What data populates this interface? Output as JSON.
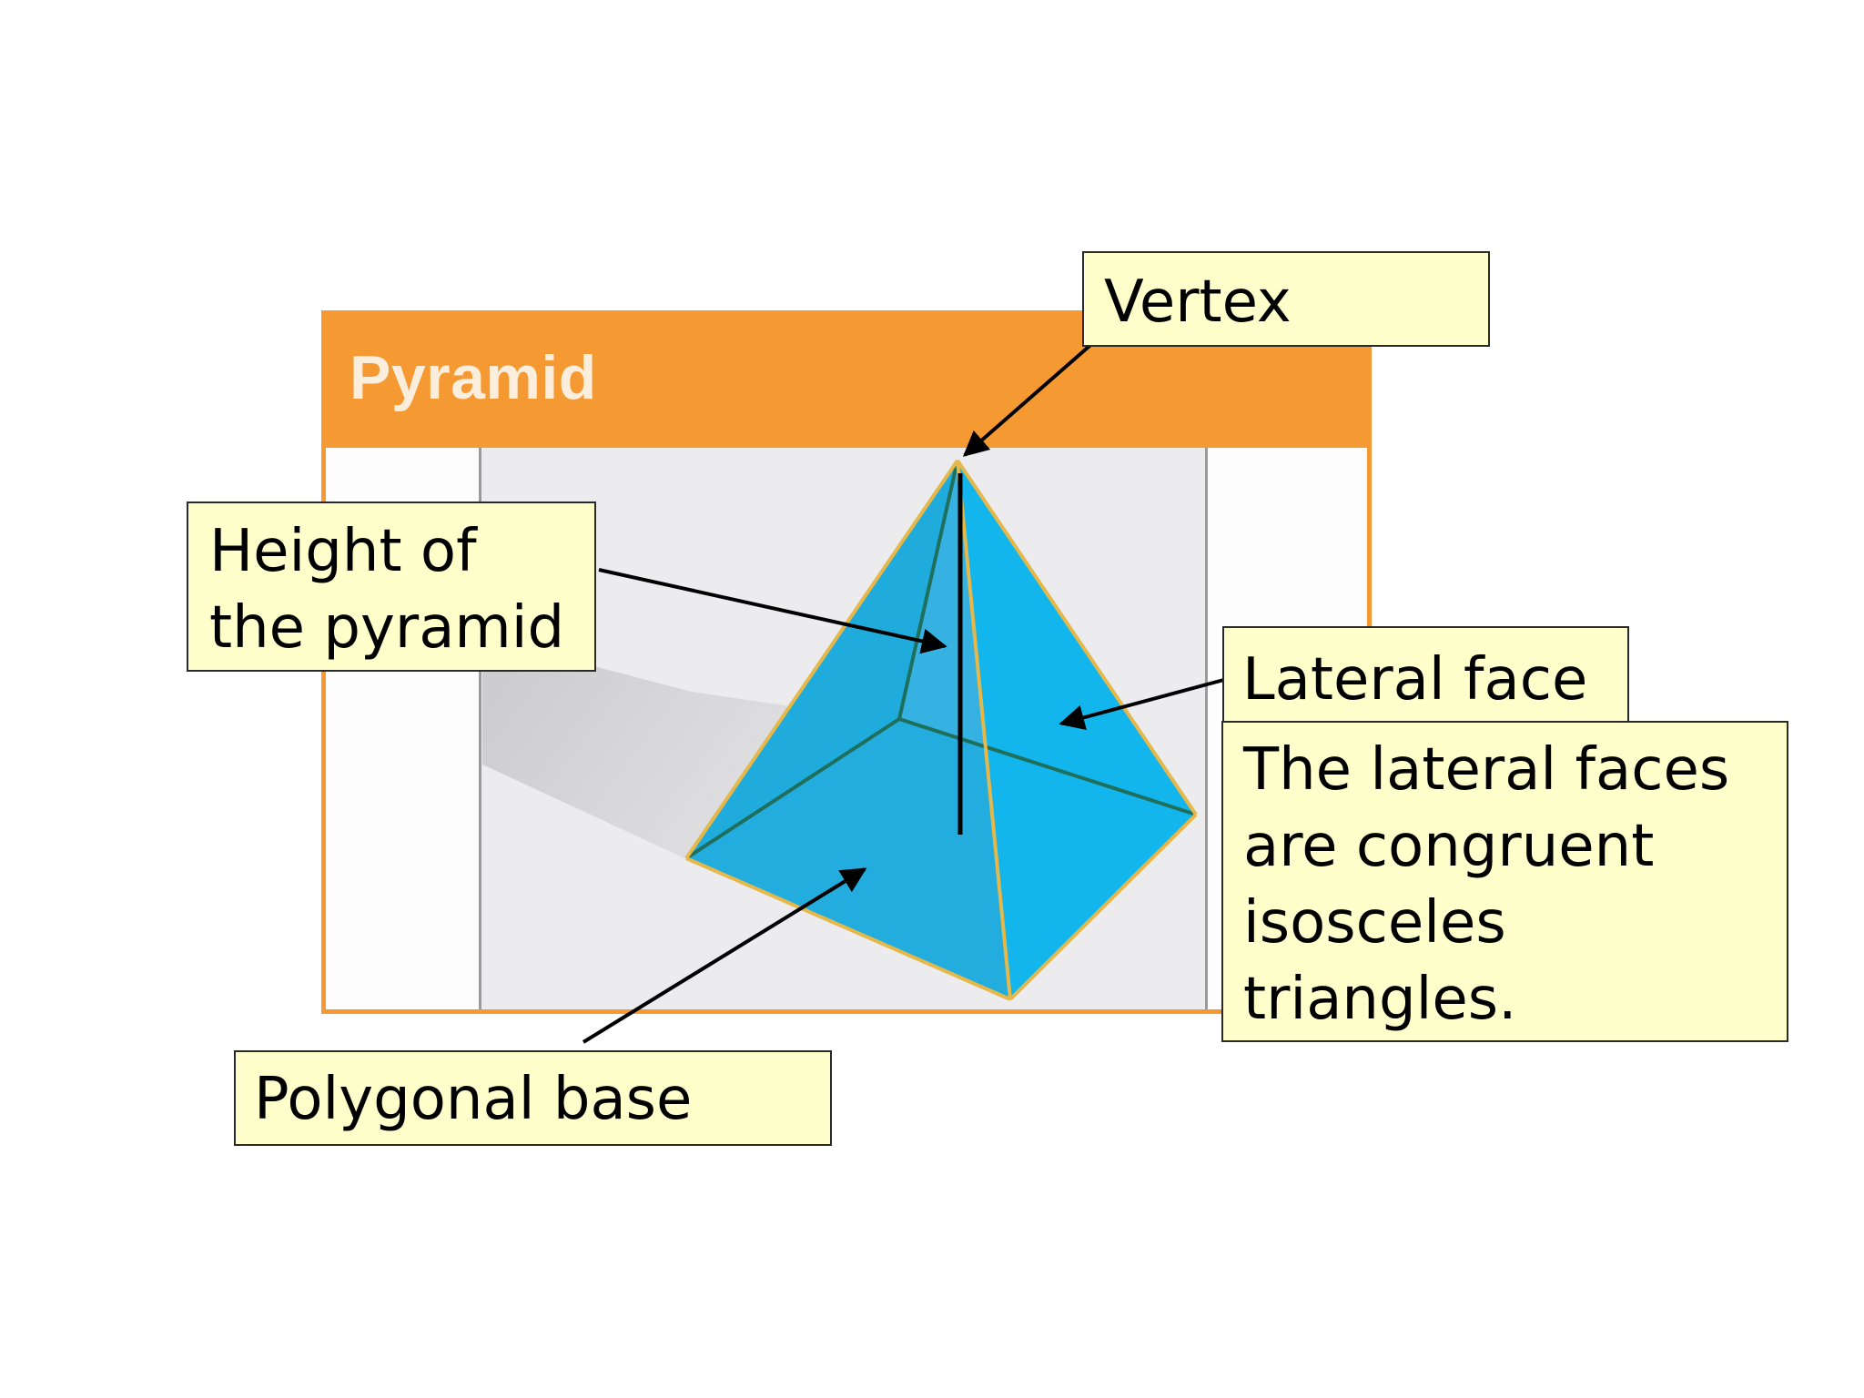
{
  "figure": {
    "title": "Pyramid",
    "colors": {
      "header": "#f59a32",
      "pyramid_face": "#1ab4ea",
      "pyramid_edge": "#e6b84a",
      "callout_fill": "#ffffcc"
    }
  },
  "labels": {
    "vertex": "Vertex",
    "height": [
      "Height of",
      "the pyramid"
    ],
    "lateral_face": "Lateral face",
    "congruent_note": [
      "The lateral faces",
      "are congruent",
      "isosceles",
      "triangles."
    ],
    "polygonal_base": "Polygonal base"
  }
}
